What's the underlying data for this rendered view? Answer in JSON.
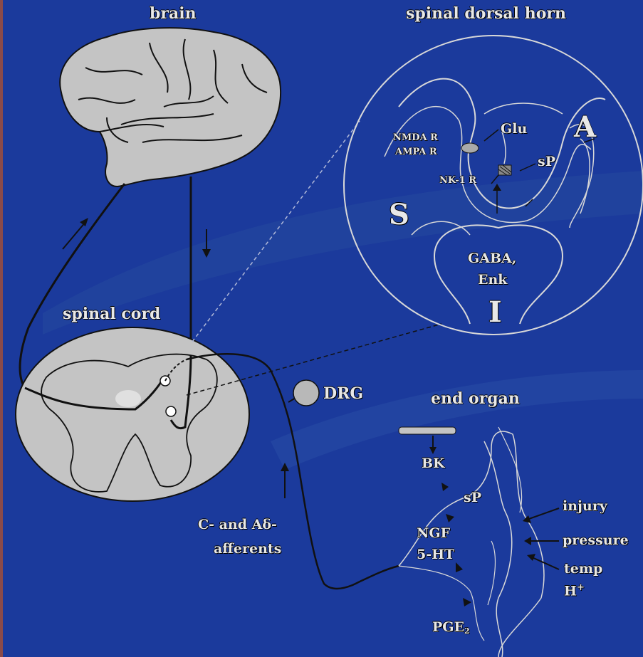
{
  "labels": {
    "brain": "brain",
    "spinal_dorsal_horn": "spinal dorsal horn",
    "spinal_cord": "spinal cord",
    "drg": "DRG",
    "end_organ": "end organ",
    "afferents_line1": "C- and Aδ-",
    "afferents_line2": "afferents",
    "nmda": "NMDA R",
    "ampa": "AMPA R",
    "glu": "Glu",
    "sp_horn": "sP",
    "nk1": "NK-1 R",
    "gaba": "GABA,",
    "enk": "Enk",
    "region_a": "A",
    "region_s": "S",
    "region_i": "I",
    "bk": "BK",
    "sp_organ": "sP",
    "ngf": "NGF",
    "ht5": "5-HT",
    "pge2": "PGE",
    "pge2_sub": "2",
    "injury": "injury",
    "pressure": "pressure",
    "temp": "temp",
    "h_plus": "H",
    "h_plus_sup": "+"
  },
  "colors": {
    "background": "#1b3a9c",
    "tissue": "#c4c4c4",
    "line_light": "#d8d8d8",
    "line_dark": "#111111"
  },
  "icons": {
    "brain": "brain-illustration",
    "spinal_cord": "spinal-cord-cross-section",
    "drg": "drg-ganglion",
    "magnifier": "dorsal-horn-magnified-circle"
  }
}
